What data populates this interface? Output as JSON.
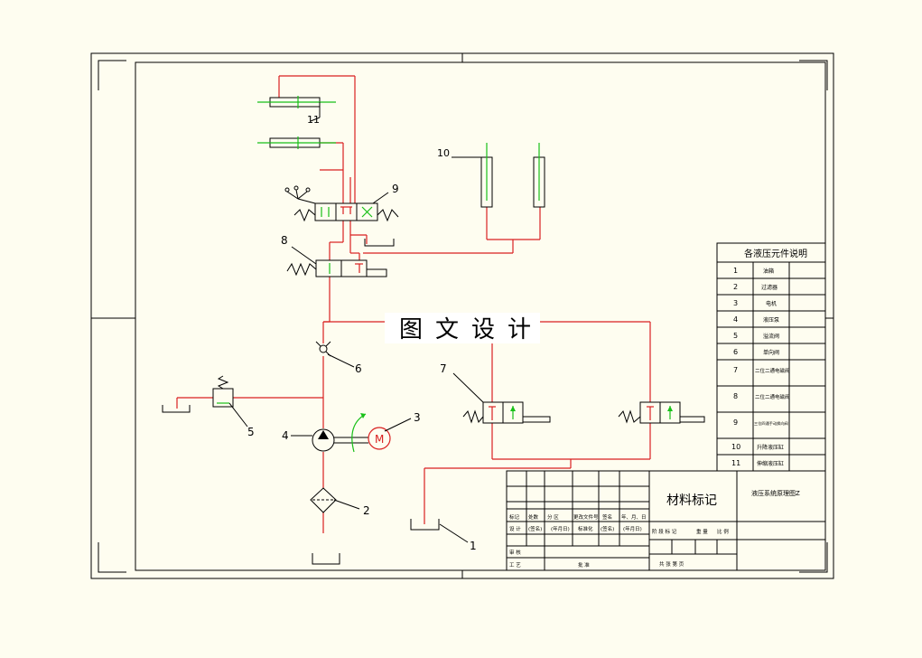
{
  "watermark": "图文设计",
  "labels": {
    "l1": "1",
    "l2": "2",
    "l3": "3",
    "l4": "4",
    "l5": "5",
    "l6": "6",
    "l7": "7",
    "l8": "8",
    "l9": "9",
    "l10": "10",
    "l11": "11"
  },
  "motor_symbol": "M",
  "legend": {
    "title": "各液压元件说明",
    "rows": [
      {
        "num": "1",
        "name": "油箱"
      },
      {
        "num": "2",
        "name": "过滤器"
      },
      {
        "num": "3",
        "name": "电机"
      },
      {
        "num": "4",
        "name": "液压泵"
      },
      {
        "num": "5",
        "name": "溢流阀"
      },
      {
        "num": "6",
        "name": "单向阀"
      },
      {
        "num": "7",
        "name": "二位二通电磁阀"
      },
      {
        "num": "8",
        "name": "二位二通电磁阀"
      },
      {
        "num": "9",
        "name": "三位四通手动换向阀"
      },
      {
        "num": "10",
        "name": "升降液压缸"
      },
      {
        "num": "11",
        "name": "伸缩液压缸"
      }
    ]
  },
  "title_block": {
    "material": "材料标记",
    "drawing_name": "液压系统原理图Z",
    "headers": [
      "标记",
      "处数",
      "分 区",
      "更改文件号",
      "签名",
      "年、月、日"
    ],
    "design_row": [
      "设 计",
      "(签名)",
      "(年月日)",
      "标准化",
      "(签名)",
      "(年月日)"
    ],
    "stage_headers": [
      "阶 段 标 记",
      "重 量",
      "比 例"
    ],
    "review": "审 核",
    "process": "工 艺",
    "approve": "批 准",
    "sheets": "共   张   第   页"
  }
}
